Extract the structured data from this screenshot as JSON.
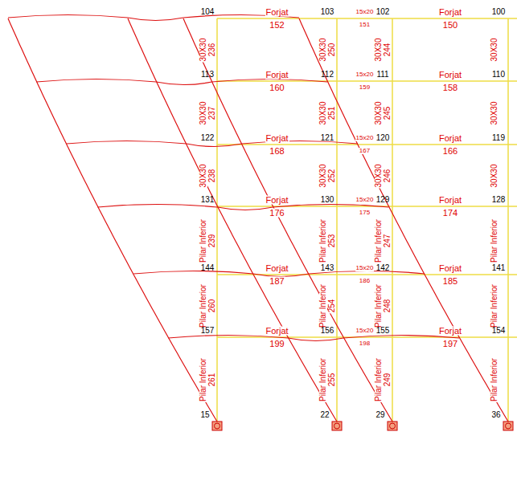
{
  "diagram": {
    "labels": [
      "104",
      "103",
      "102",
      "100",
      "Forjat",
      "152",
      "15x20",
      "151",
      "Forjat",
      "150",
      "30X30",
      "236",
      "30X30",
      "250",
      "30X30",
      "244",
      "30X30",
      "113",
      "112",
      "111",
      "110",
      "Forjat",
      "160",
      "15x20",
      "159",
      "Forjat",
      "158",
      "30X30",
      "237",
      "30X30",
      "251",
      "30X30",
      "245",
      "30X30",
      "122",
      "121",
      "120",
      "119",
      "Forjat",
      "168",
      "15x20",
      "167",
      "Forjat",
      "166",
      "30X30",
      "238",
      "30X30",
      "252",
      "30X30",
      "246",
      "30X30",
      "131",
      "130",
      "129",
      "128",
      "Forjat",
      "176",
      "15x20",
      "175",
      "Forjat",
      "174",
      "Pilar Inferior",
      "239",
      "Pilar Inferior",
      "253",
      "Pilar Inferior",
      "247",
      "Pilar Inferior",
      "144",
      "143",
      "142",
      "141",
      "Forjat",
      "187",
      "15x20",
      "186",
      "Forjat",
      "185",
      "Pilar Inferior",
      "260",
      "Pilar Inferior",
      "254",
      "Pilar Inferior",
      "248",
      "Pilar Inferior",
      "157",
      "156",
      "155",
      "154",
      "Forjat",
      "199",
      "15x20",
      "198",
      "Forjat",
      "197",
      "Pilar Inferior",
      "261",
      "Pilar Inferior",
      "255",
      "Pilar Inferior",
      "249",
      "Pilar Inferior",
      "15",
      "22",
      "29",
      "36"
    ]
  }
}
